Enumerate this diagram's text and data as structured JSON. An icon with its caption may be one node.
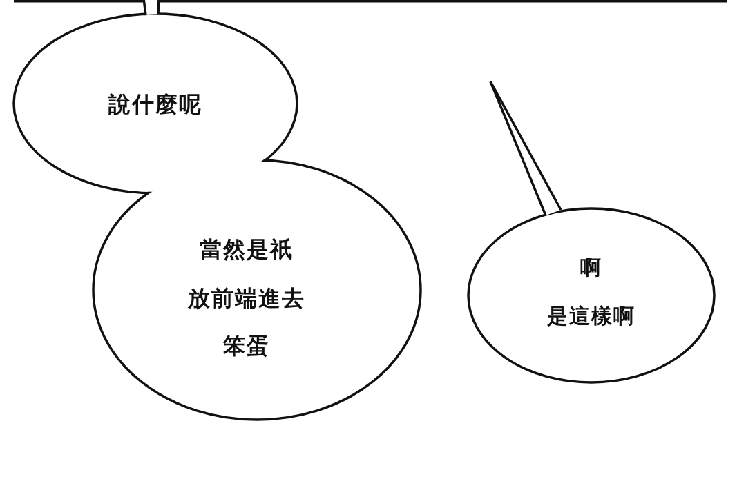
{
  "diagram": {
    "nodes": [
      {
        "text": [
          "說什麼呢"
        ]
      },
      {
        "text": [
          "當然是祇",
          "放前端進去",
          "笨蛋"
        ]
      },
      {
        "text": [
          "啊",
          "是這樣啊"
        ]
      }
    ]
  }
}
